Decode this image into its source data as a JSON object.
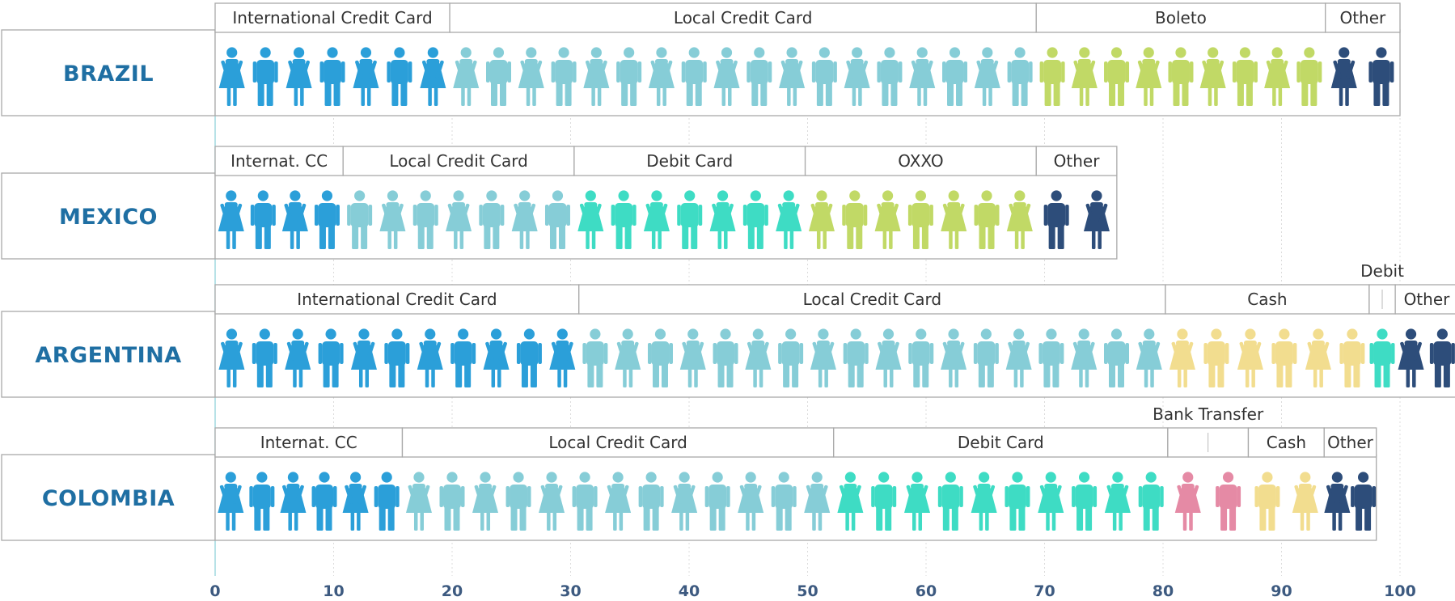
{
  "chart_data": {
    "type": "pictograph-stacked-bar",
    "unit": "each figure = 3%",
    "xlim": [
      0,
      100
    ],
    "xticks": [
      0,
      10,
      20,
      30,
      40,
      50,
      60,
      70,
      80,
      90,
      100
    ],
    "grid": true,
    "colors": {
      "International Credit Card": "#2b9fd9",
      "Local Credit Card": "#86cdd7",
      "Debit Card": "#3edcc4",
      "Boleto / OXXO": "#c1d966",
      "Cash": "#f2dd8f",
      "Bank Transfer": "#e58aa5",
      "Other": "#2d4d7a"
    },
    "rows": [
      {
        "country": "BRAZIL",
        "segments": [
          {
            "label": "International Credit Card",
            "start": 0,
            "end": 19.8,
            "color": "#2b9fd9"
          },
          {
            "label": "Local Credit Card",
            "start": 19.8,
            "end": 69.3,
            "color": "#86cdd7"
          },
          {
            "label": "Boleto",
            "start": 69.3,
            "end": 93.7,
            "color": "#c1d966"
          },
          {
            "label": "Other",
            "start": 93.7,
            "end": 100,
            "color": "#2d4d7a"
          }
        ]
      },
      {
        "country": "MEXICO",
        "segments": [
          {
            "label": "Internat. CC",
            "start": 0,
            "end": 10.8,
            "color": "#2b9fd9"
          },
          {
            "label": "Local Credit Card",
            "start": 10.8,
            "end": 30.3,
            "color": "#86cdd7"
          },
          {
            "label": "Debit Card",
            "start": 30.3,
            "end": 49.8,
            "color": "#3edcc4"
          },
          {
            "label": "OXXO",
            "start": 49.8,
            "end": 69.3,
            "color": "#c1d966"
          },
          {
            "label": "Other",
            "start": 69.3,
            "end": 76.1,
            "color": "#2d4d7a"
          }
        ]
      },
      {
        "country": "ARGENTINA",
        "segments": [
          {
            "label": "International Credit Card",
            "start": 0,
            "end": 30.7,
            "color": "#2b9fd9"
          },
          {
            "label": "Local Credit Card",
            "start": 30.7,
            "end": 80.2,
            "color": "#86cdd7"
          },
          {
            "label": "Cash",
            "start": 80.2,
            "end": 97.4,
            "color": "#f2dd8f"
          },
          {
            "label": "Debit",
            "start": 97.4,
            "end": 99.6,
            "color": "#3edcc4",
            "labelAbove": true
          },
          {
            "label": "Other",
            "start": 99.6,
            "end": 104.9,
            "color": "#2d4d7a"
          }
        ]
      },
      {
        "country": "COLOMBIA",
        "segments": [
          {
            "label": "Internat. CC",
            "start": 0,
            "end": 15.8,
            "color": "#2b9fd9"
          },
          {
            "label": "Local Credit Card",
            "start": 15.8,
            "end": 52.2,
            "color": "#86cdd7"
          },
          {
            "label": "Debit Card",
            "start": 52.2,
            "end": 80.4,
            "color": "#3edcc4"
          },
          {
            "label": "Bank Transfer",
            "start": 80.4,
            "end": 87.2,
            "color": "#e58aa5",
            "labelAbove": true
          },
          {
            "label": "Cash",
            "start": 87.2,
            "end": 93.6,
            "color": "#f2dd8f"
          },
          {
            "label": "Other",
            "start": 93.6,
            "end": 98.0,
            "color": "#2d4d7a"
          }
        ]
      }
    ]
  }
}
